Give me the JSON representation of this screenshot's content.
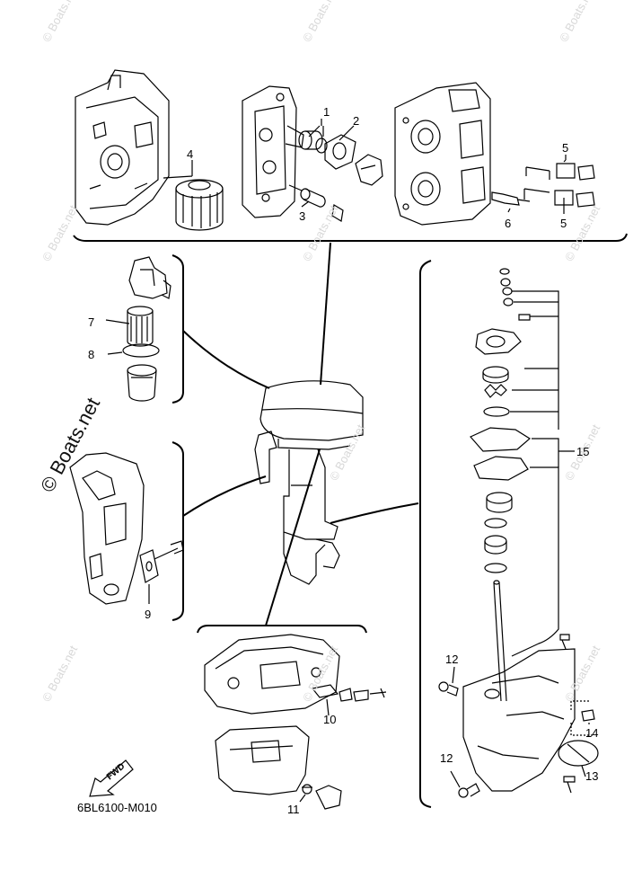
{
  "callouts": [
    "1",
    "2",
    "3",
    "4",
    "5",
    "5",
    "6",
    "7",
    "8",
    "9",
    "10",
    "11",
    "12",
    "12",
    "13",
    "14",
    "15"
  ],
  "fwd_label": "FWD",
  "diagram_code": "6BL6100-M010",
  "brand_text": "© Boats.net",
  "watermark_text": "© Boats.net",
  "colors": {
    "line": "#000000",
    "watermark": "#d8d8d8"
  }
}
